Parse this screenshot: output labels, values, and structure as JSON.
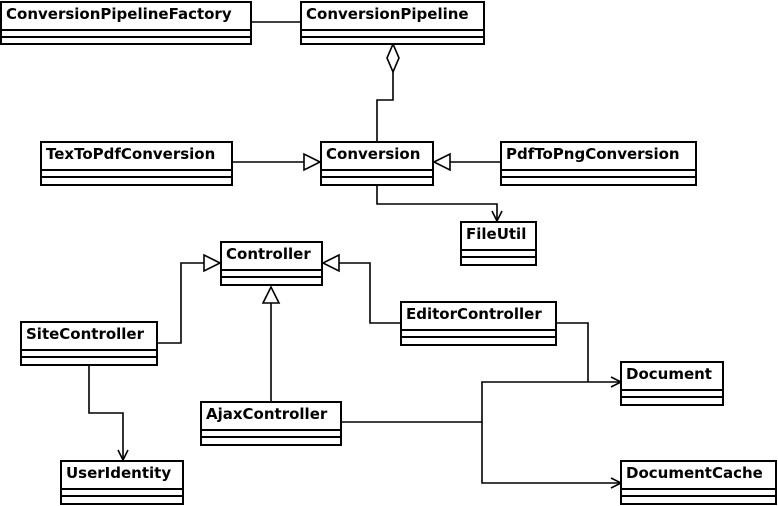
{
  "classes": {
    "conversion_pipeline_factory": "ConversionPipelineFactory",
    "conversion_pipeline": "ConversionPipeline",
    "tex_to_pdf_conversion": "TexToPdfConversion",
    "conversion": "Conversion",
    "pdf_to_png_conversion": "PdfToPngConversion",
    "file_util": "FileUtil",
    "controller": "Controller",
    "site_controller": "SiteController",
    "editor_controller": "EditorController",
    "ajax_controller": "AjaxController",
    "document": "Document",
    "user_identity": "UserIdentity",
    "document_cache": "DocumentCache"
  }
}
